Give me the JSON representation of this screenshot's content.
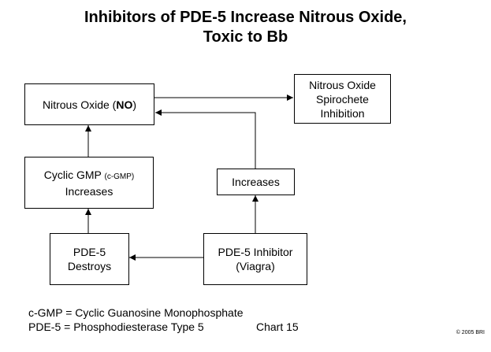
{
  "title": {
    "line1": "Inhibitors of PDE-5 Increase Nitrous Oxide,",
    "line2": "Toxic to Bb"
  },
  "nodes": {
    "nitrous_oxide": {
      "prefix": "Nitrous Oxide (",
      "bold": "NO",
      "suffix": ")"
    },
    "spirochete": {
      "line1": "Nitrous Oxide",
      "line2": "Spirochete",
      "line3": "Inhibition"
    },
    "cyclic_gmp": {
      "line1": "Cyclic GMP ",
      "line1_small": "(c-GMP)",
      "line2": "Increases"
    },
    "increases": {
      "label": "Increases"
    },
    "pde5_destroys": {
      "line1": "PDE-5",
      "line2": "Destroys"
    },
    "pde5_inhibitor": {
      "line1": "PDE-5 Inhibitor",
      "line2": "(Viagra)"
    }
  },
  "legend": {
    "line1": "c-GMP = Cyclic Guanosine Monophosphate",
    "line2": "PDE-5 = Phosphodiesterase Type 5"
  },
  "chart_label": "Chart 15",
  "copyright": "© 2005 BRI",
  "colors": {
    "line": "#000000",
    "background": "#ffffff"
  }
}
